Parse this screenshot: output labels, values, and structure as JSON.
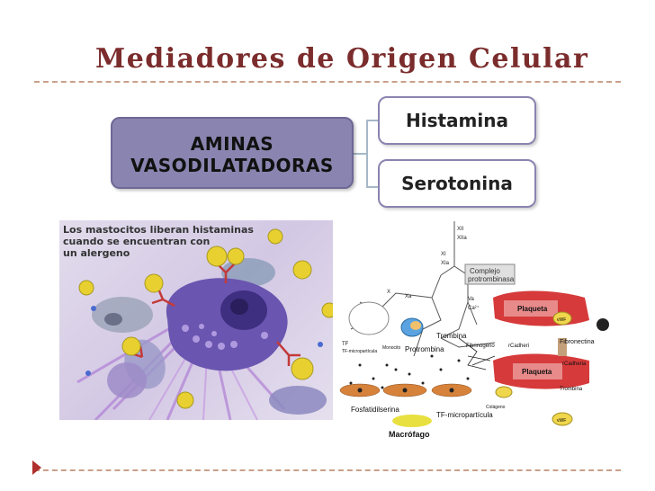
{
  "title": "Mediadores de Origen Celular",
  "diagram": {
    "main": "AMINAS VASODILATADORAS",
    "main_lines": [
      "AMINAS",
      "VASODILATADORAS"
    ],
    "children": [
      "Histamina",
      "Serotonina"
    ]
  },
  "mast_cell_image": {
    "caption_lines": [
      "Los mastocitos liberan histaminas",
      "cuando se encuentran con",
      "un alergeno"
    ]
  },
  "coagulation_image": {
    "labels": {
      "complejo": "Complejo protrombinasa",
      "complejo_lines": [
        "Complejo",
        "protrombinasa"
      ],
      "plaqueta_top": "Plaqueta",
      "plaqueta_bottom": "Plaqueta",
      "trombina_top": "Trombina",
      "trombina_right": "Trombina",
      "protrombina": "Protrombina",
      "fibrinogeno": "Fibrinógeno",
      "fibronectina": "Fibronectina",
      "cadherin_1": "rCadheri",
      "cadherin_2": "rCadheria",
      "fosfatidilserina": "Fosfatidilserina",
      "tf_microparticula": "TF-micropartícula",
      "macrofago": "Macrófago",
      "tf": "TF",
      "colageno": "Colágeno",
      "vwf_1": "vWF",
      "vwf_2": "vWF",
      "monocito": "Monocito",
      "tf_microparticula_small": "TF-micropartícula"
    }
  },
  "colors": {
    "title": "#7b2c2c",
    "main_box": "#8a84b0",
    "child_border": "#8a84b0",
    "bullet": "#b0302c",
    "rule": "#c9a08a"
  }
}
